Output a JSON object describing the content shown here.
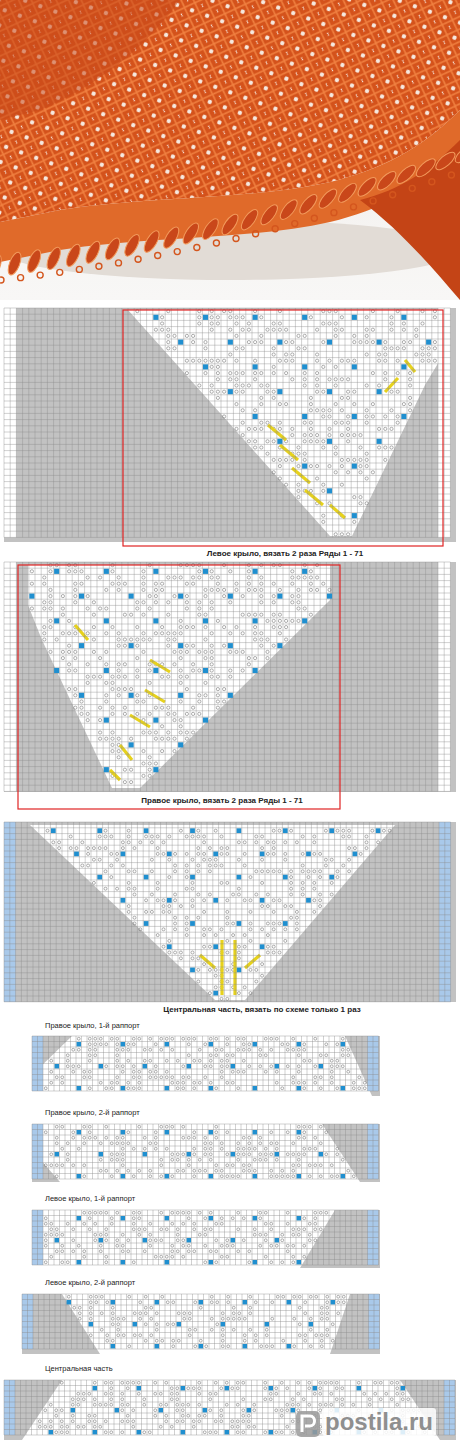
{
  "diagram": {
    "labels": [
      "Левое крыло, вязать 2 раза Ряды 1 - 71",
      "Правое крыло, вязать 2 раза Ряды 1 - 71",
      "Центральная часть, вязать по схеме только 1 раз",
      "Правое крыло, 1-й раппорт",
      "Правое крыло, 2-й раппорт",
      "Левое крыло, 1-й раппорт",
      "Левое крыло, 2-й раппорт",
      "Центральная часть",
      "postila.ru"
    ]
  }
}
